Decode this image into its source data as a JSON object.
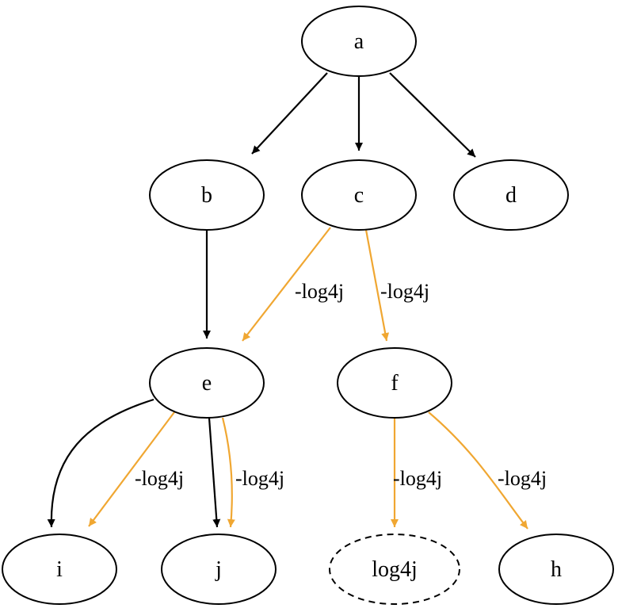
{
  "colors": {
    "default_edge": "#000000",
    "highlight_edge": "#f0a732",
    "node_stroke": "#000000",
    "node_fill": "#ffffff"
  },
  "nodes": [
    {
      "id": "a",
      "label": "a",
      "style": "solid"
    },
    {
      "id": "b",
      "label": "b",
      "style": "solid"
    },
    {
      "id": "c",
      "label": "c",
      "style": "solid"
    },
    {
      "id": "d",
      "label": "d",
      "style": "solid"
    },
    {
      "id": "e",
      "label": "e",
      "style": "solid"
    },
    {
      "id": "f",
      "label": "f",
      "style": "solid"
    },
    {
      "id": "i",
      "label": "i",
      "style": "solid"
    },
    {
      "id": "j",
      "label": "j",
      "style": "solid"
    },
    {
      "id": "log4j",
      "label": "log4j",
      "style": "dashed"
    },
    {
      "id": "h",
      "label": "h",
      "style": "solid"
    }
  ],
  "edges": [
    {
      "from": "a",
      "to": "b",
      "label": "",
      "highlight": false
    },
    {
      "from": "a",
      "to": "c",
      "label": "",
      "highlight": false
    },
    {
      "from": "a",
      "to": "d",
      "label": "",
      "highlight": false
    },
    {
      "from": "b",
      "to": "e",
      "label": "",
      "highlight": false
    },
    {
      "from": "c",
      "to": "e",
      "label": "-log4j",
      "highlight": true
    },
    {
      "from": "c",
      "to": "f",
      "label": "-log4j",
      "highlight": true
    },
    {
      "from": "e",
      "to": "i",
      "label": "",
      "highlight": false
    },
    {
      "from": "e",
      "to": "i",
      "label": "-log4j",
      "highlight": true
    },
    {
      "from": "e",
      "to": "j",
      "label": "",
      "highlight": false
    },
    {
      "from": "e",
      "to": "j",
      "label": "-log4j",
      "highlight": true
    },
    {
      "from": "f",
      "to": "log4j",
      "label": "-log4j",
      "highlight": true
    },
    {
      "from": "f",
      "to": "h",
      "label": "-log4j",
      "highlight": true
    }
  ]
}
